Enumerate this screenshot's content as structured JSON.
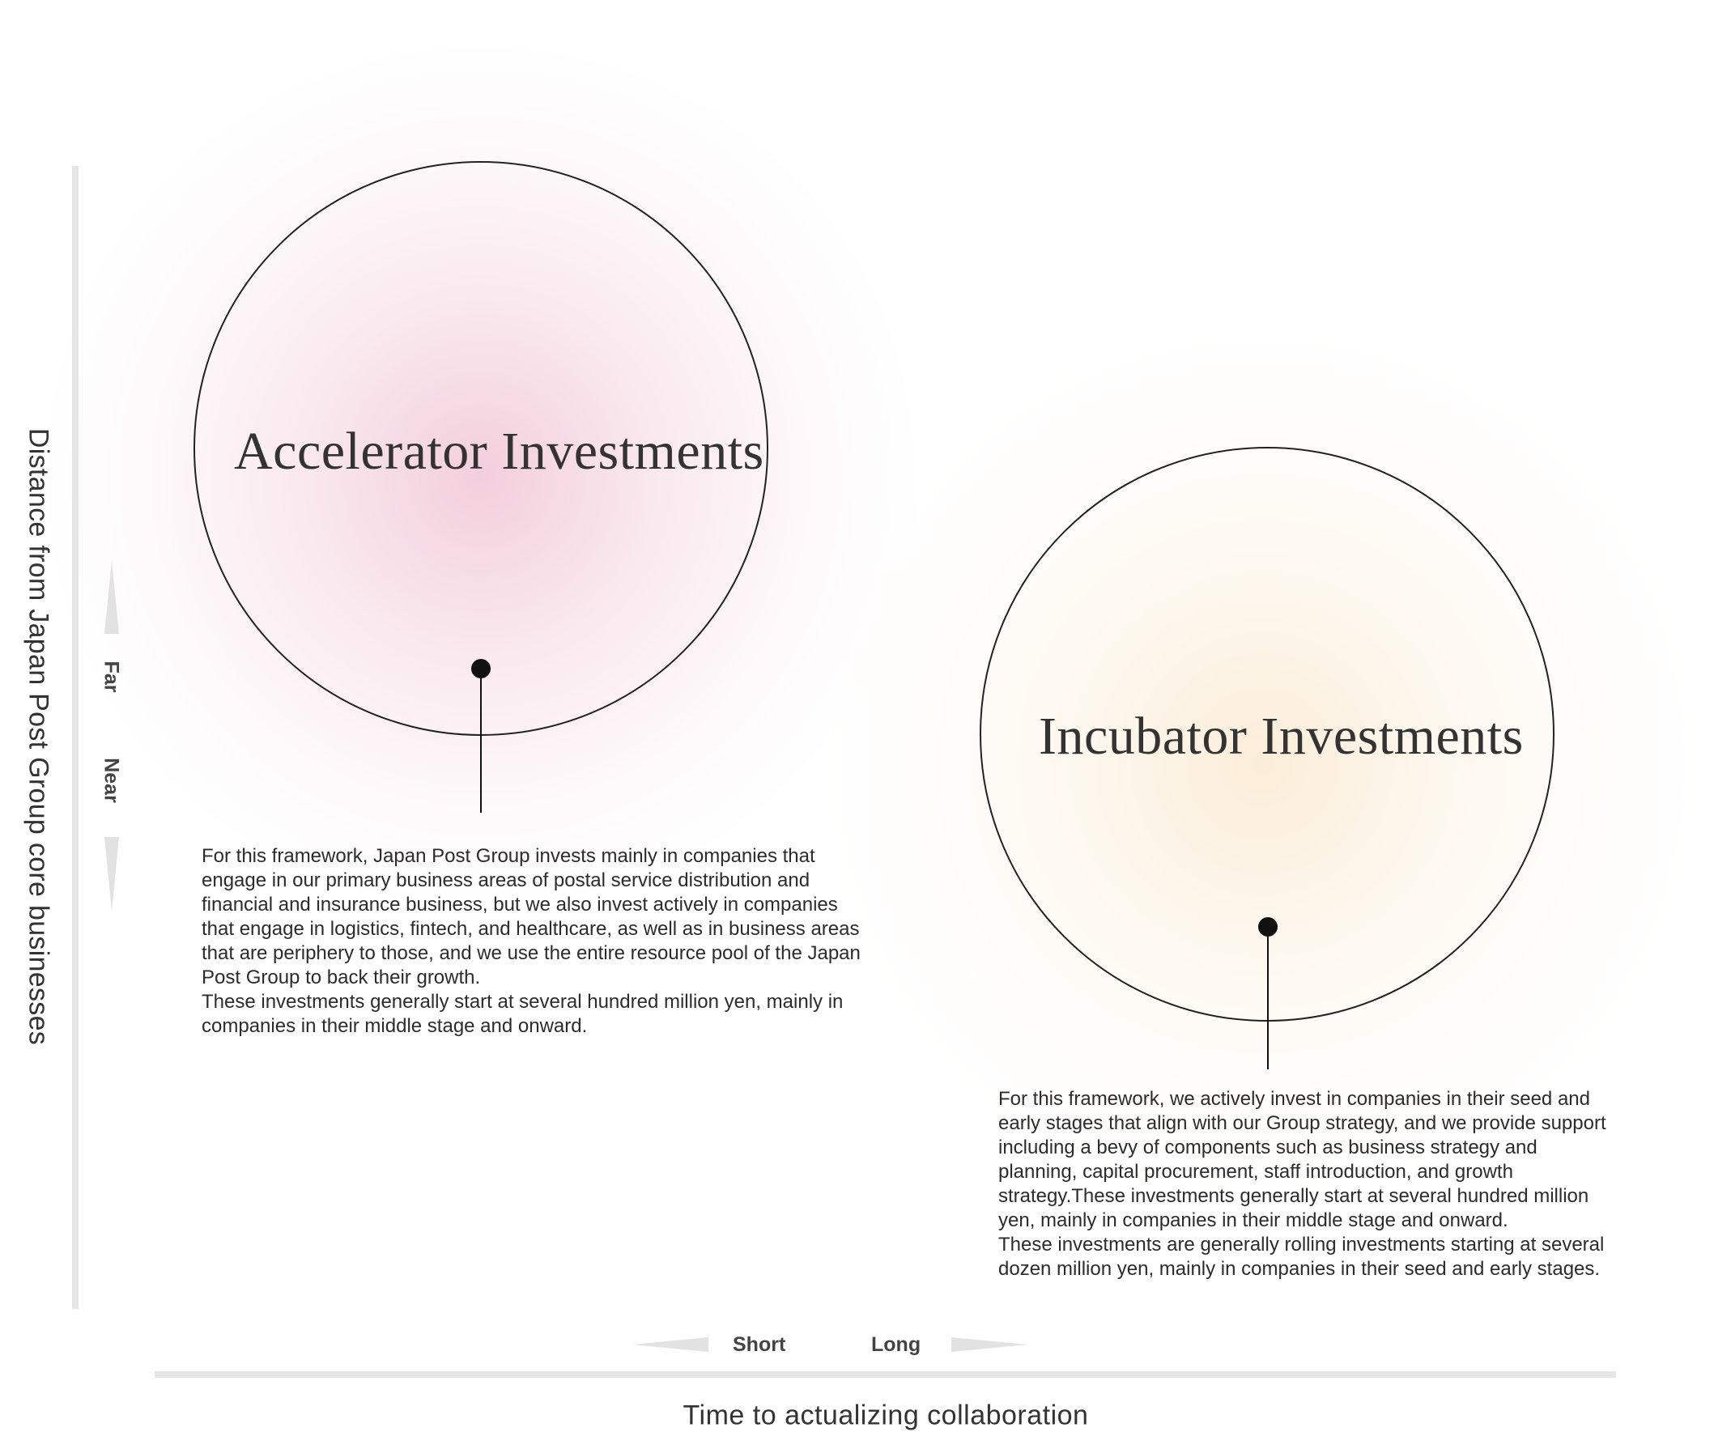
{
  "frameworks": {
    "accelerator": {
      "title": "Accelerator Investments",
      "description": [
        "For this framework, Japan Post Group invests mainly in companies that engage in our primary business areas of postal service distribution and financial and insurance business, but we also invest actively in companies that engage in logistics, fintech, and healthcare, as well as in business areas that are periphery to those, and we use the entire resource pool of the Japan Post Group to back their growth.",
        "These investments generally start at several hundred million yen, mainly in companies in their middle stage and onward."
      ],
      "glow_color": "#e8a6be"
    },
    "incubator": {
      "title": "Incubator Investments",
      "description": [
        "For this framework, we actively invest in companies in their seed and early stages that align with our Group strategy, and we provide support including a bevy of components such as business strategy and planning, capital procurement, staff introduction, and growth strategy.These investments generally start at several hundred million yen, mainly in companies in their middle stage and onward.",
        "These investments are generally rolling investments starting at several dozen million yen, mainly in companies in their seed and early stages."
      ],
      "glow_color": "#f8deb8"
    }
  },
  "axes": {
    "y": {
      "label": "Distance from Japan Post Group core businesses",
      "high": "Far",
      "low": "Near"
    },
    "x": {
      "label": "Time to actualizing collaboration",
      "low": "Short",
      "high": "Long"
    }
  },
  "colors": {
    "axis_line": "#e6e6e6",
    "circle_stroke": "#222222",
    "text": "#2c2c2c"
  }
}
